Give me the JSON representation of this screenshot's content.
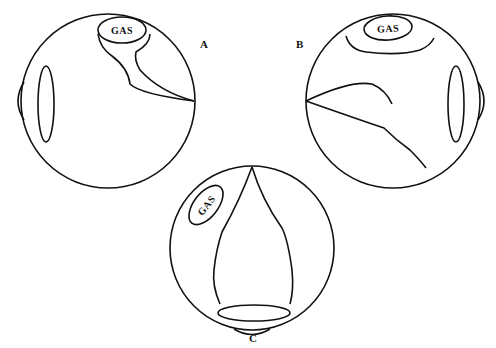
{
  "diagram": {
    "nodes": [
      {
        "text": [
          "GAS"
        ]
      },
      {
        "text": [
          "GAS"
        ]
      },
      {
        "text": [
          "GAS"
        ]
      }
    ],
    "labels": [
      "A",
      "B",
      "C"
    ]
  }
}
